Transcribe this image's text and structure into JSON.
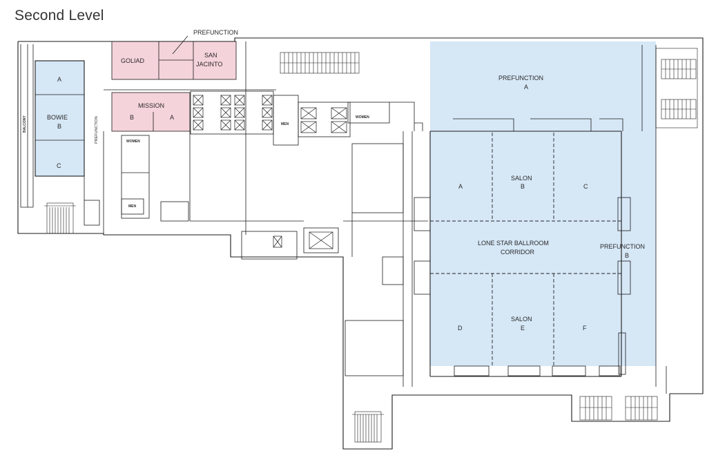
{
  "map": {
    "title": "Second Level",
    "colors": {
      "blue_rooms": "#d6e7f6",
      "pink_rooms": "#f5d3da",
      "walls": "#1a1a1a",
      "background": "#ffffff"
    },
    "labels": {
      "prefunction_top": "PREFUNCTION",
      "goliad": "GOLIAD",
      "san": "SAN",
      "jacinto": "JACINTO",
      "mission": "MISSION",
      "mission_b": "B",
      "mission_a": "A",
      "women_left": "WOMEN",
      "men_left": "MEN",
      "balcony": "BALCONY",
      "prefunction_vertical": "PREFUNCTION",
      "bowie_a": "A",
      "bowie": "BOWIE",
      "bowie_b": "B",
      "bowie_c": "C",
      "men_center": "MEN",
      "women_center": "WOMEN",
      "prefunction_a_line1": "PREFUNCTION",
      "prefunction_a_line2": "A",
      "salon_a": "A",
      "salon_b_line1": "SALON",
      "salon_b_line2": "B",
      "salon_c": "C",
      "corridor_line1": "LONE STAR BALLROOM",
      "corridor_line2": "CORRIDOR",
      "prefunction_b_line1": "PREFUNCTION",
      "prefunction_b_line2": "B",
      "salon_d": "D",
      "salon_e_line1": "SALON",
      "salon_e_line2": "E",
      "salon_f": "F"
    }
  }
}
